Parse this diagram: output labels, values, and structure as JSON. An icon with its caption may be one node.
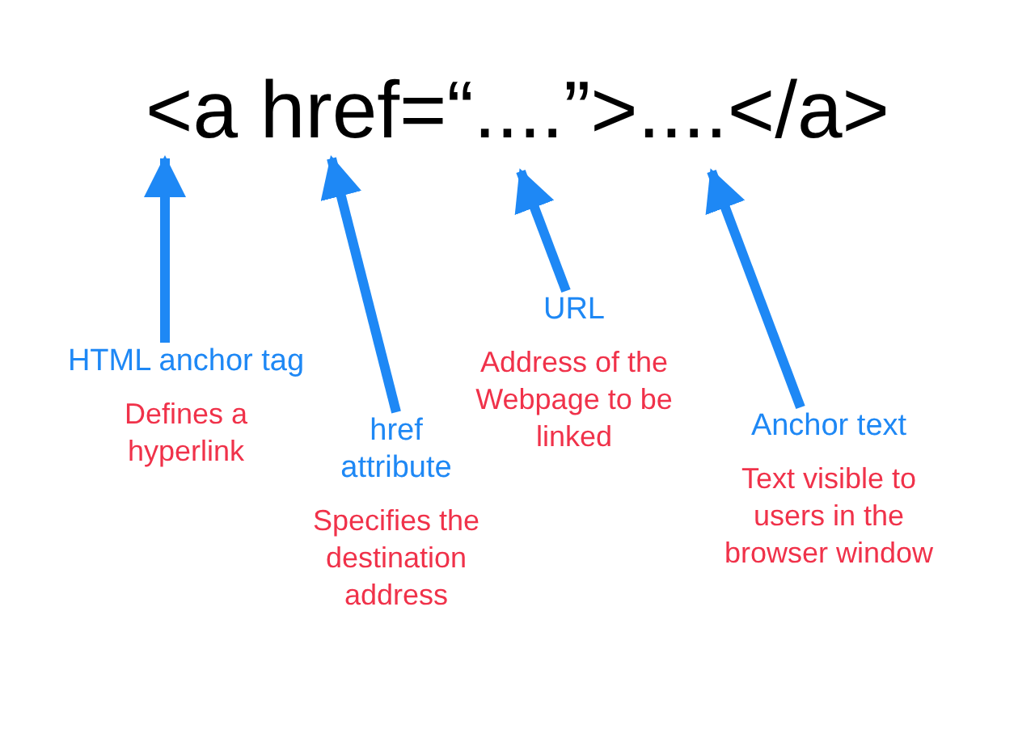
{
  "diagram": {
    "nodes": [
      {
        "text": [
          "<a href=“....”>....</a>"
        ]
      },
      {
        "text": [
          "HTML anchor tag",
          "Defines a hyperlink"
        ]
      },
      {
        "text": [
          "href attribute",
          "Specifies the destination address"
        ]
      },
      {
        "text": [
          "URL",
          "Address of the Webpage to be linked"
        ]
      },
      {
        "text": [
          "Anchor text",
          "Text visible to users in the browser window"
        ]
      }
    ],
    "edges": [
      {
        "from": 1,
        "to": 0,
        "arrow": "to"
      },
      {
        "from": 2,
        "to": 0,
        "arrow": "to"
      },
      {
        "from": 3,
        "to": 0,
        "arrow": "to"
      },
      {
        "from": 4,
        "to": 0,
        "arrow": "to"
      }
    ]
  }
}
